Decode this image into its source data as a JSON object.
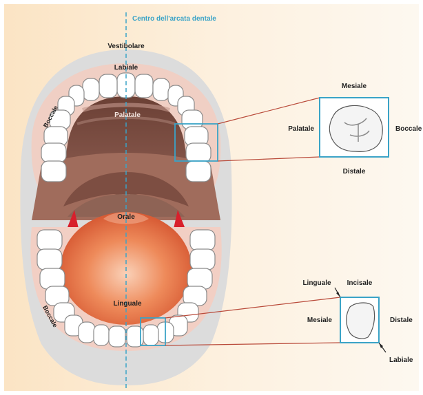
{
  "labels": {
    "centro": "Centro dell'arcata dentale",
    "vestibolare": "Vestibolare",
    "labiale_top": "Labiale",
    "palatale_mouth": "Palatale",
    "boccale_top": "Boccale",
    "orale": "Orale",
    "linguale_mouth": "Linguale",
    "boccale_bottom": "Boccale"
  },
  "molar_detail": {
    "top": "Mesiale",
    "left": "Palatale",
    "right": "Boccale",
    "bottom": "Distale"
  },
  "incisor_detail": {
    "top_left": "Linguale",
    "top_right": "Incisale",
    "left": "Mesiale",
    "right": "Distale",
    "bottom_right": "Labiale"
  },
  "colors": {
    "guide": "#3aa3c7",
    "callout": "#b94a3a",
    "gum": "#f3d2c8",
    "tongue": "#e06a3e",
    "skin": "#e0e0e0"
  }
}
